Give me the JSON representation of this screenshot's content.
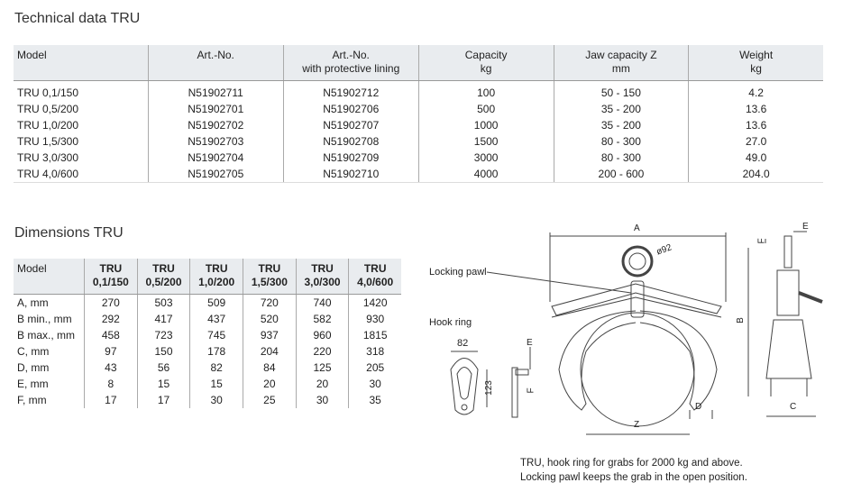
{
  "technical": {
    "title": "Technical data TRU",
    "headers": [
      [
        "Model",
        ""
      ],
      [
        "Art.-No.",
        ""
      ],
      [
        "Art.-No.",
        "with protective lining"
      ],
      [
        "Capacity",
        "kg"
      ],
      [
        "Jaw capacity Z",
        "mm"
      ],
      [
        "Weight",
        "kg"
      ]
    ],
    "rows": [
      [
        "TRU 0,1/150",
        "N51902711",
        "N51902712",
        "100",
        "50 - 150",
        "4.2"
      ],
      [
        "TRU 0,5/200",
        "N51902701",
        "N51902706",
        "500",
        "35 - 200",
        "13.6"
      ],
      [
        "TRU 1,0/200",
        "N51902702",
        "N51902707",
        "1000",
        "35 - 200",
        "13.6"
      ],
      [
        "TRU 1,5/300",
        "N51902703",
        "N51902708",
        "1500",
        "80 - 300",
        "27.0"
      ],
      [
        "TRU 3,0/300",
        "N51902704",
        "N51902709",
        "3000",
        "80 - 300",
        "49.0"
      ],
      [
        "TRU 4,0/600",
        "N51902705",
        "N51902710",
        "4000",
        "200 - 600",
        "204.0"
      ]
    ]
  },
  "dimensions": {
    "title": "Dimensions TRU",
    "headers": [
      [
        "Model",
        ""
      ],
      [
        "TRU",
        "0,1/150"
      ],
      [
        "TRU",
        "0,5/200"
      ],
      [
        "TRU",
        "1,0/200"
      ],
      [
        "TRU",
        "1,5/300"
      ],
      [
        "TRU",
        "3,0/300"
      ],
      [
        "TRU",
        "4,0/600"
      ]
    ],
    "rows": [
      [
        "A, mm",
        "270",
        "503",
        "509",
        "720",
        "740",
        "1420"
      ],
      [
        "B min., mm",
        "292",
        "417",
        "437",
        "520",
        "582",
        "930"
      ],
      [
        "B max., mm",
        "458",
        "723",
        "745",
        "937",
        "960",
        "1815"
      ],
      [
        "C, mm",
        "97",
        "150",
        "178",
        "204",
        "220",
        "318"
      ],
      [
        "D, mm",
        "43",
        "56",
        "82",
        "84",
        "125",
        "205"
      ],
      [
        "E, mm",
        "8",
        "15",
        "15",
        "20",
        "20",
        "30"
      ],
      [
        "F, mm",
        "17",
        "17",
        "30",
        "25",
        "30",
        "35"
      ]
    ]
  },
  "diagram": {
    "locking_pawl": "Locking pawl",
    "hook_ring": "Hook ring",
    "ring_width": "82",
    "ring_height": "123",
    "e": "E",
    "f": "F",
    "a": "A",
    "diameter": "ø92",
    "z": "Z",
    "d": "D",
    "b": "B",
    "c": "C"
  },
  "caption": [
    "TRU, hook ring for grabs for 2000 kg and above.",
    "Locking pawl keeps the grab in the open position."
  ]
}
